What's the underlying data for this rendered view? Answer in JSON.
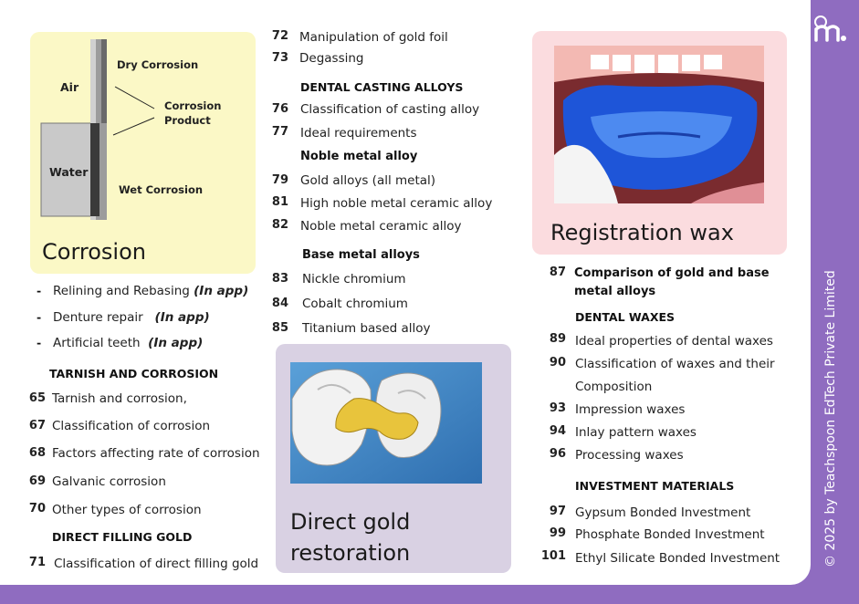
{
  "brand": {
    "copyright": "© 2025 by Teachspoon EdTech Private Limited"
  },
  "corrosion_card": {
    "title": "Corrosion",
    "labels": {
      "air": "Air",
      "dry": "Dry Corrosion",
      "product": "Corrosion Product",
      "water": "Water",
      "wet": "Wet Corrosion"
    }
  },
  "left_list": {
    "bullets": [
      {
        "text": "Relining and Rebasing",
        "note": "(In app)"
      },
      {
        "text": "Denture repair",
        "note": "(In app)"
      },
      {
        "text": "Artificial teeth",
        "note": "(In app)"
      }
    ],
    "heading1": "TARNISH AND CORROSION",
    "items1": [
      {
        "num": "65",
        "text": "Tarnish and corrosion,"
      },
      {
        "num": "67",
        "text": "Classification of corrosion"
      },
      {
        "num": "68",
        "text": "Factors affecting rate of corrosion"
      },
      {
        "num": "69",
        "text": "Galvanic corrosion"
      },
      {
        "num": "70",
        "text": "Other types of corrosion"
      }
    ],
    "heading2": "DIRECT FILLING GOLD",
    "items2": [
      {
        "num": "71",
        "text": "Classification of direct filling gold"
      }
    ]
  },
  "mid_list": {
    "items_top": [
      {
        "num": "72",
        "text": "Manipulation of gold foil"
      },
      {
        "num": "73",
        "text": "Degassing"
      }
    ],
    "heading1": "DENTAL CASTING ALLOYS",
    "items1": [
      {
        "num": "76",
        "text": "Classification of casting alloy"
      },
      {
        "num": "77",
        "text": "Ideal requirements"
      }
    ],
    "heading2": "Noble metal alloy",
    "items2": [
      {
        "num": "79",
        "text": "Gold alloys (all metal)"
      },
      {
        "num": "81",
        "text": "High noble metal ceramic alloy"
      },
      {
        "num": "82",
        "text": "Noble metal ceramic alloy"
      }
    ],
    "heading3": "Base metal alloys",
    "items3": [
      {
        "num": "83",
        "text": "Nickle chromium"
      },
      {
        "num": "84",
        "text": "Cobalt chromium"
      },
      {
        "num": "85",
        "text": "Titanium based alloy"
      }
    ]
  },
  "direct_gold_card": {
    "title_line1": "Direct gold",
    "title_line2": "restoration"
  },
  "registration_card": {
    "title": "Registration wax"
  },
  "right_list": {
    "item87": {
      "num": "87",
      "line1": "Comparison of gold and base",
      "line2": "metal alloys"
    },
    "heading1": "DENTAL WAXES",
    "items1": [
      {
        "num": "89",
        "text": "Ideal properties of dental waxes"
      },
      {
        "num": "90",
        "text": "Classification of waxes and their",
        "text2": "Composition"
      },
      {
        "num": "93",
        "text": "Impression waxes"
      },
      {
        "num": "94",
        "text": "Inlay pattern waxes"
      },
      {
        "num": "96",
        "text": "Processing waxes"
      }
    ],
    "heading2": "INVESTMENT MATERIALS",
    "items2": [
      {
        "num": "97",
        "text": "Gypsum Bonded Investment"
      },
      {
        "num": "99",
        "text": "Phosphate Bonded Investment"
      },
      {
        "num": "101",
        "text": "Ethyl Silicate Bonded Investment"
      }
    ]
  }
}
